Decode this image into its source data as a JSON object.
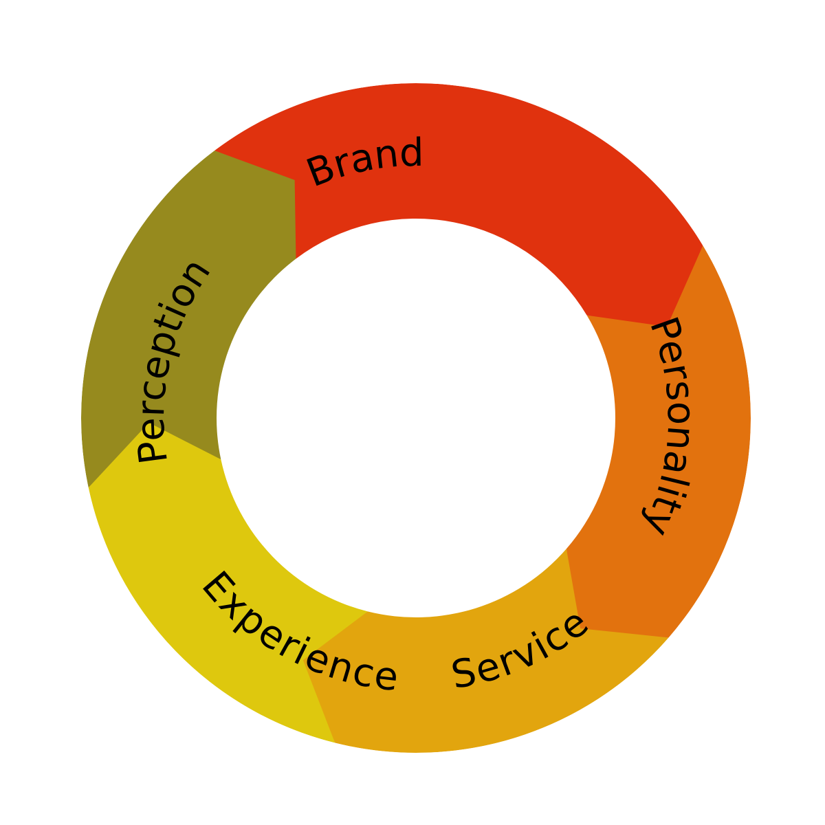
{
  "diagram": {
    "type": "cycle",
    "segments": [
      {
        "id": "brand",
        "label": "Brand",
        "color": "#E0320E"
      },
      {
        "id": "personality",
        "label": "Personality",
        "color": "#E2720E"
      },
      {
        "id": "service",
        "label": "Service",
        "color": "#E2A50E"
      },
      {
        "id": "experience",
        "label": "Experience",
        "color": "#DEC80E"
      },
      {
        "id": "perception",
        "label": "Perception",
        "color": "#968A1E"
      }
    ]
  }
}
